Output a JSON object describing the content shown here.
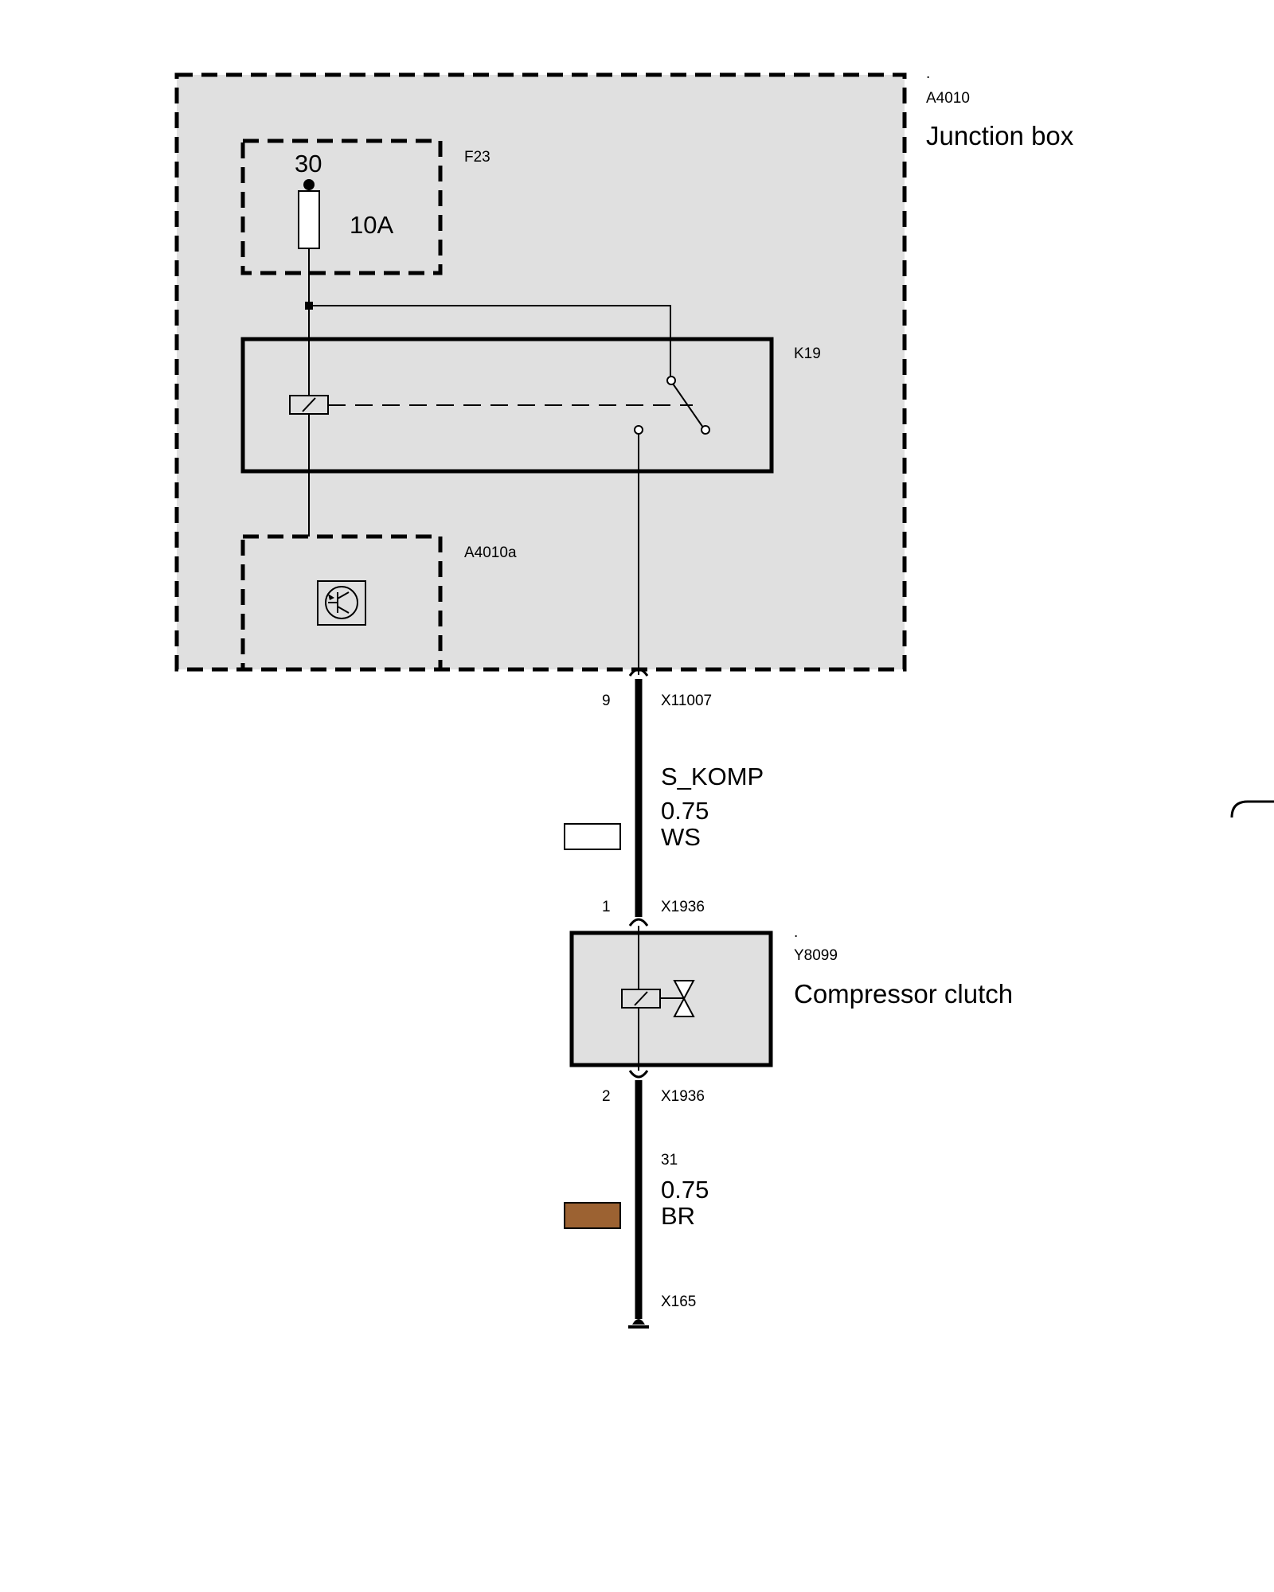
{
  "junction_box": {
    "dot": ".",
    "id": "A4010",
    "name": "Junction box"
  },
  "fuse": {
    "id": "F23",
    "terminal": "30",
    "rating": "10A"
  },
  "relay": {
    "id": "K19"
  },
  "transistor_module": {
    "id": "A4010a"
  },
  "wire_skomp": {
    "pin": "9",
    "connector": "X11007",
    "signal": "S_KOMP",
    "gauge": "0.75",
    "color_code": "WS",
    "color_hex": "#ffffff"
  },
  "compressor_clutch": {
    "pin_top": "1",
    "connector_top": "X1936",
    "dot": ".",
    "id": "Y8099",
    "name": "Compressor clutch",
    "pin_bottom": "2",
    "connector_bottom": "X1936"
  },
  "wire_ground": {
    "terminal": "31",
    "gauge": "0.75",
    "color_code": "BR",
    "color_hex": "#9c6232",
    "ground_connector": "X165"
  },
  "colors": {
    "box_fill": "#e0e0e0",
    "line": "#000000"
  }
}
